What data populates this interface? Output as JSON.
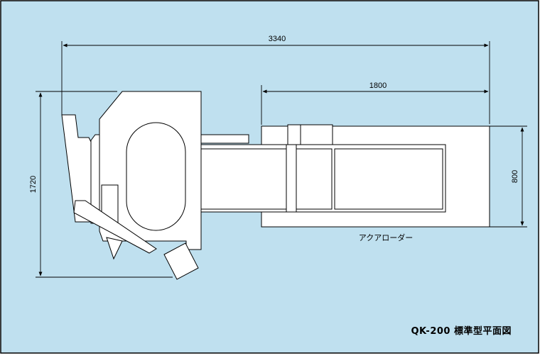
{
  "colors": {
    "background": "#bfe0ef",
    "machine_fill": "#ffffff",
    "line": "#000000"
  },
  "dimensions": {
    "overall_length": "3340",
    "loader_length": "1800",
    "overall_width": "1720",
    "loader_width": "800"
  },
  "labels": {
    "loader": "アクアローダー",
    "title": "QK-200 標準型平面図"
  }
}
